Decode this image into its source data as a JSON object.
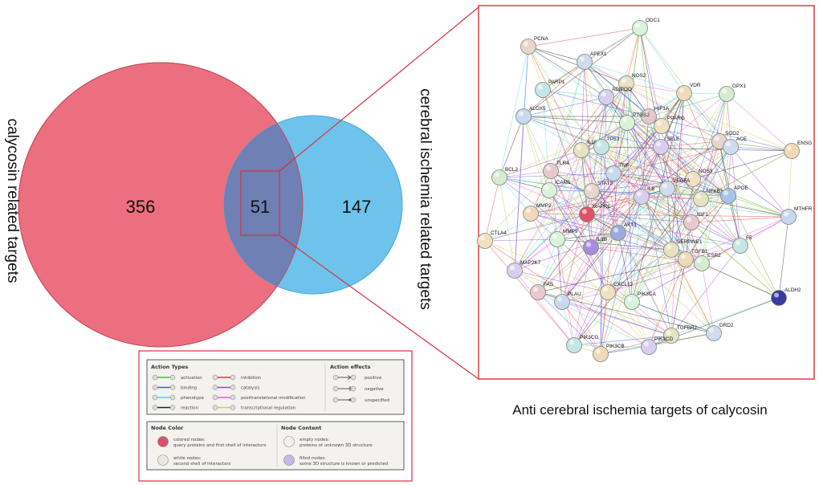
{
  "venn": {
    "left_label": "calycosin  related  targets",
    "right_label": "cerebral  ischemia  related  targets",
    "left_only": "356",
    "overlap": "51",
    "right_only": "147",
    "left_color": "#ec6f80",
    "right_color": "#6ec3ec",
    "overlap_color": "#6e80b4"
  },
  "network": {
    "caption": "Anti cerebral ischemia  targets of calycosin",
    "border_color": "#d8313c",
    "nodes": [
      "ODC1",
      "PCNA",
      "APEX1",
      "NOS2",
      "PARP1",
      "ADIPOQ",
      "VDR",
      "GPX1",
      "HIF1A",
      "ALOX5",
      "PPARG",
      "PTGS2",
      "SOD2",
      "ACE",
      "IL10",
      "TP53",
      "SELE",
      "ENSG",
      "BCL2",
      "TLR4",
      "TNF",
      "NOS3",
      "ICAM1",
      "STAT3",
      "VEGFA",
      "NFKB1",
      "APOE",
      "IL6",
      "MMP2",
      "MAPK1",
      "IGF1",
      "MTHFR",
      "CTLA4",
      "MMP9",
      "AKT1",
      "IL1B",
      "SERPINE1",
      "F5",
      "MAP2K7",
      "TGFB1",
      "ESR2",
      "FAS",
      "PLAU",
      "CXCL12",
      "PIK3CA",
      "ALDH2",
      "DRD2",
      "TGFBR2",
      "PIK3CG",
      "PIK3CD",
      "PIK3CB"
    ]
  },
  "legend": {
    "action_types_title": "Action Types",
    "action_types": [
      {
        "label": "activation",
        "color": "#4bc04b"
      },
      {
        "label": "binding",
        "color": "#3c5ad8"
      },
      {
        "label": "phenotype",
        "color": "#4fd4e8"
      },
      {
        "label": "reaction",
        "color": "#222222"
      },
      {
        "label": "inhibition",
        "color": "#d83c3c"
      },
      {
        "label": "catalysis",
        "color": "#a040c8"
      },
      {
        "label": "posttranslational modification",
        "color": "#e85ad8"
      },
      {
        "label": "transcriptional regulation",
        "color": "#d8c83c"
      }
    ],
    "action_effects_title": "Action effects",
    "action_effects": [
      "positive",
      "negative",
      "unspecified"
    ],
    "node_color_title": "Node Color",
    "node_color_items": [
      {
        "line1": "colored nodes:",
        "line2": "query proteins and first shell of interactors"
      },
      {
        "line1": "white nodes:",
        "line2": "second shell of interactors"
      }
    ],
    "node_content_title": "Node Content",
    "node_content_items": [
      {
        "line1": "empty nodes:",
        "line2": "proteins of unknown 3D structure"
      },
      {
        "line1": "filled nodes:",
        "line2": "some 3D structure is known or predicted"
      }
    ]
  }
}
